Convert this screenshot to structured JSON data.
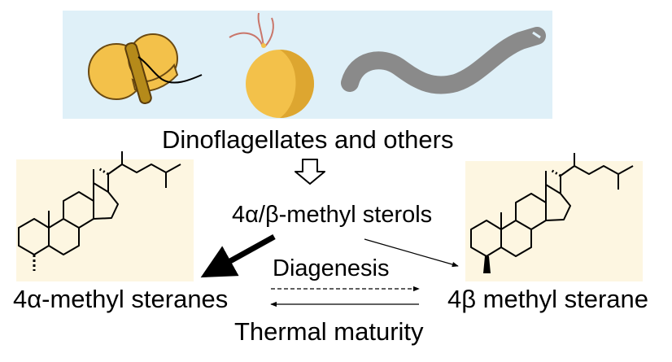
{
  "colors": {
    "organism_panel_bg": "#dff0f8",
    "molecule_panel_bg": "#fdf6e1",
    "cell_fill": "#f3c14a",
    "cell_outline": "#6b4a12",
    "girdle_fill": "#b58a1a",
    "worm_fill": "#8a8a8a",
    "flagella": "#c9766a",
    "ink": "#000000"
  },
  "icons": [
    "dinoflagellate-icon",
    "spherical-alga-icon",
    "worm-shaped-organism-icon"
  ],
  "labels": {
    "source": "Dinoflagellates and others",
    "intermediate": "4α/β-methyl sterols",
    "alpha_product": "4α-methyl steranes",
    "beta_product": "4β methyl sterane",
    "forward_process": "Diagenesis",
    "reverse_process": "Thermal maturity"
  }
}
